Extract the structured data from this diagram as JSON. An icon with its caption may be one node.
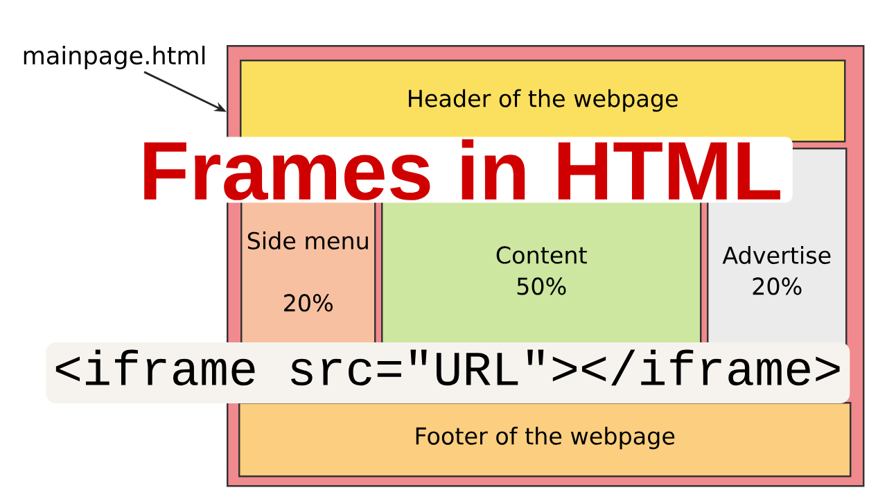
{
  "diagram": {
    "title": "Frames in HTML",
    "nodes": [
      {
        "text": [
          "mainpage.html"
        ]
      },
      {
        "text": [],
        "shape": "box"
      },
      {
        "text": [
          "Header of the webpage"
        ],
        "in": 1
      },
      {
        "text": [
          "Side menu",
          "20%"
        ],
        "in": 1
      },
      {
        "text": [
          "Content",
          "50%"
        ],
        "in": 1
      },
      {
        "text": [
          "Advertise",
          "20%"
        ],
        "in": 1
      },
      {
        "text": [
          "Footer of the webpage"
        ],
        "in": 1
      }
    ],
    "edges": [
      {
        "from": 0,
        "to": 1,
        "arrow": "to"
      }
    ],
    "labels": [
      "<iframe src=\"URL\"></iframe>"
    ]
  }
}
